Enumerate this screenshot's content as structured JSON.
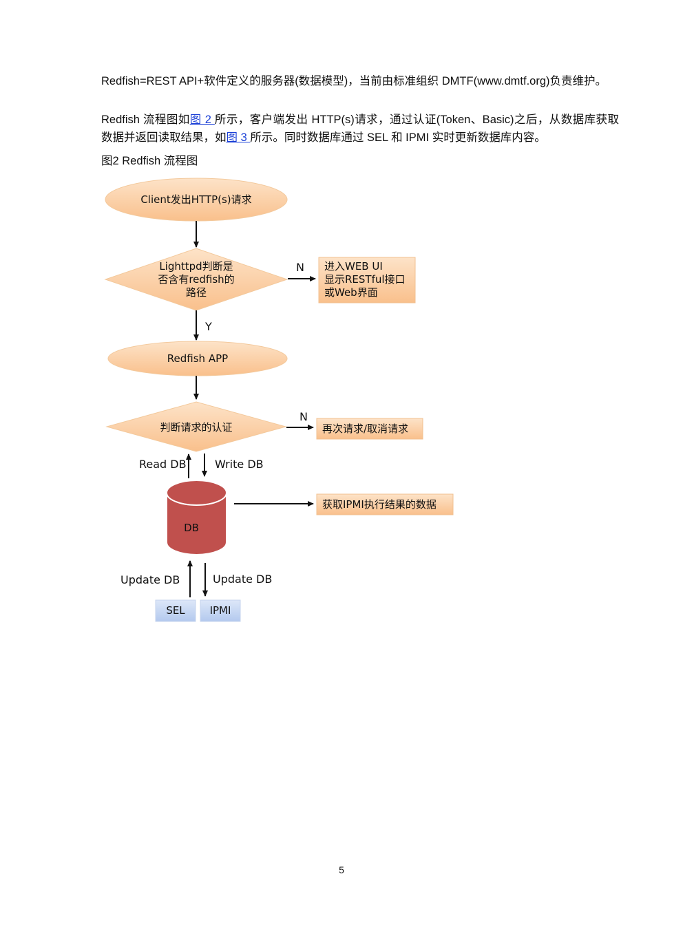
{
  "paragraphs": {
    "p1": "Redfish=REST API+软件定义的服务器(数据模型)，当前由标准组织 DMTF(www.dmtf.org)负责维护。",
    "p2_before_link1": "Redfish 流程图如",
    "p2_link1": "图 2 ",
    "p2_middle": "所示，客户端发出 HTTP(s)请求，通过认证(Token、Basic)之后，从数据库获取数据并返回读取结果，如",
    "p2_link2": "图 3 ",
    "p2_after_link2": "所示。同时数据库通过 SEL 和 IPMI 实时更新数据库内容。"
  },
  "figure": {
    "caption": "图2  Redfish 流程图",
    "nodes": {
      "client_request": "Client发出HTTP(s)请求",
      "decision_path_line1": "Lighttpd判断是",
      "decision_path_line2": "否含有redfish的",
      "decision_path_line3": "路径",
      "web_ui_line1": "进入WEB UI",
      "web_ui_line2": "显示RESTful接口",
      "web_ui_line3": "或Web界面",
      "redfish_app": "Redfish APP",
      "decision_auth": "判断请求的认证",
      "retry_cancel": "再次请求/取消请求",
      "db": "DB",
      "ipmi_result": "获取IPMI执行结果的数据",
      "sel": "SEL",
      "ipmi": "IPMI"
    },
    "edge_labels": {
      "no_1": "N",
      "yes_1": "Y",
      "no_2": "N",
      "read_db": "Read DB",
      "write_db": "Write DB",
      "update_db_left": "Update DB",
      "update_db_right": "Update DB"
    },
    "colors": {
      "orange_fill": "#fbd1a5",
      "orange_fill_dark": "#f7b67d",
      "db_fill": "#c0504d",
      "blue_fill": "#c8d8f4"
    }
  },
  "page_number": "5"
}
